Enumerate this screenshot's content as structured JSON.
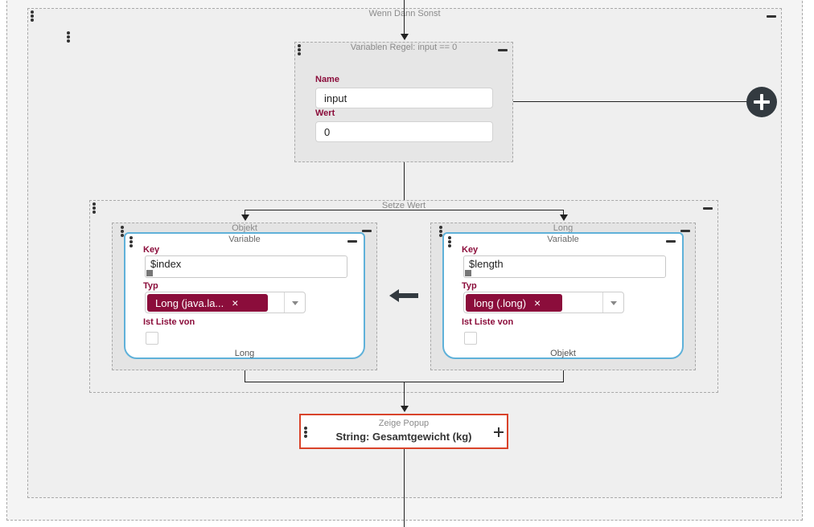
{
  "blocks": {
    "wenn_dann_sonst": {
      "title": "Wenn Dann Sonst"
    },
    "variable_rule": {
      "title": "Variablen Regel: input == 0",
      "name_label": "Name",
      "name_value": "input",
      "wert_label": "Wert",
      "wert_value": "0"
    },
    "setze_wert": {
      "title": "Setze Wert",
      "left": {
        "slot_title": "Objekt",
        "card_title": "Variable",
        "key_label": "Key",
        "key_value": "$index",
        "typ_label": "Typ",
        "typ_chip": "Long (java.la...",
        "liste_label": "Ist Liste von",
        "footer": "Long"
      },
      "right": {
        "slot_title": "Long",
        "card_title": "Variable",
        "key_label": "Key",
        "key_value": "$length",
        "typ_label": "Typ",
        "typ_chip": "long (.long)",
        "liste_label": "Ist Liste von",
        "footer": "Objekt"
      }
    },
    "zeige_popup": {
      "title": "Zeige Popup",
      "value": "String: Gesamtgewicht (kg)"
    }
  },
  "icons": {
    "chip_remove": "×",
    "add_branch": "plus-circle-icon",
    "assign_direction": "arrow-left-icon"
  },
  "colors": {
    "label_accent": "#8b0d3b",
    "chip_bg": "#8b0d3b",
    "card_border": "#5fb1d9",
    "selected_border": "#d9432a",
    "add_button_bg": "#333a40"
  }
}
